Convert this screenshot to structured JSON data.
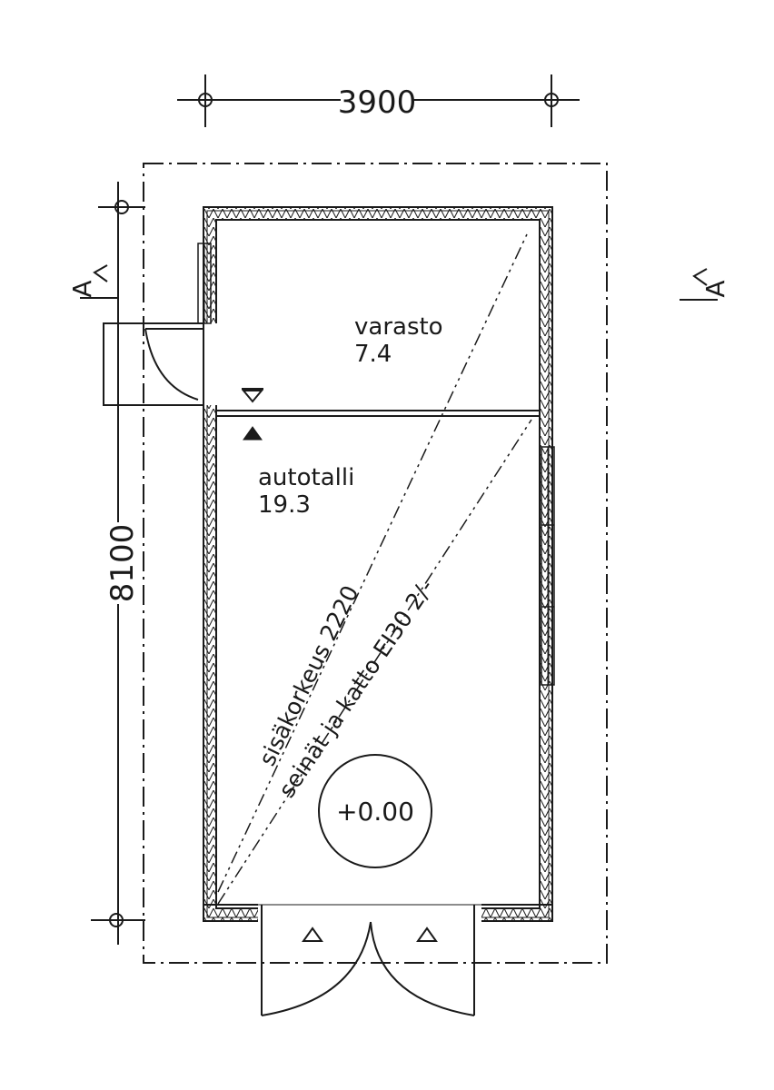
{
  "dimensions": {
    "width": "3900",
    "length": "8100"
  },
  "section_marker": "A",
  "rooms": [
    {
      "name": "varasto",
      "area": "7.4"
    },
    {
      "name": "autotalli",
      "area": "19.3"
    }
  ],
  "notes": {
    "ceiling_height": "sisäkorkeus 2220",
    "fire_class": "seinät ja katto EI30 2/-"
  },
  "floor_level": "+0.00",
  "colors": {
    "ink": "#1a1a1a",
    "paper": "#ffffff"
  }
}
